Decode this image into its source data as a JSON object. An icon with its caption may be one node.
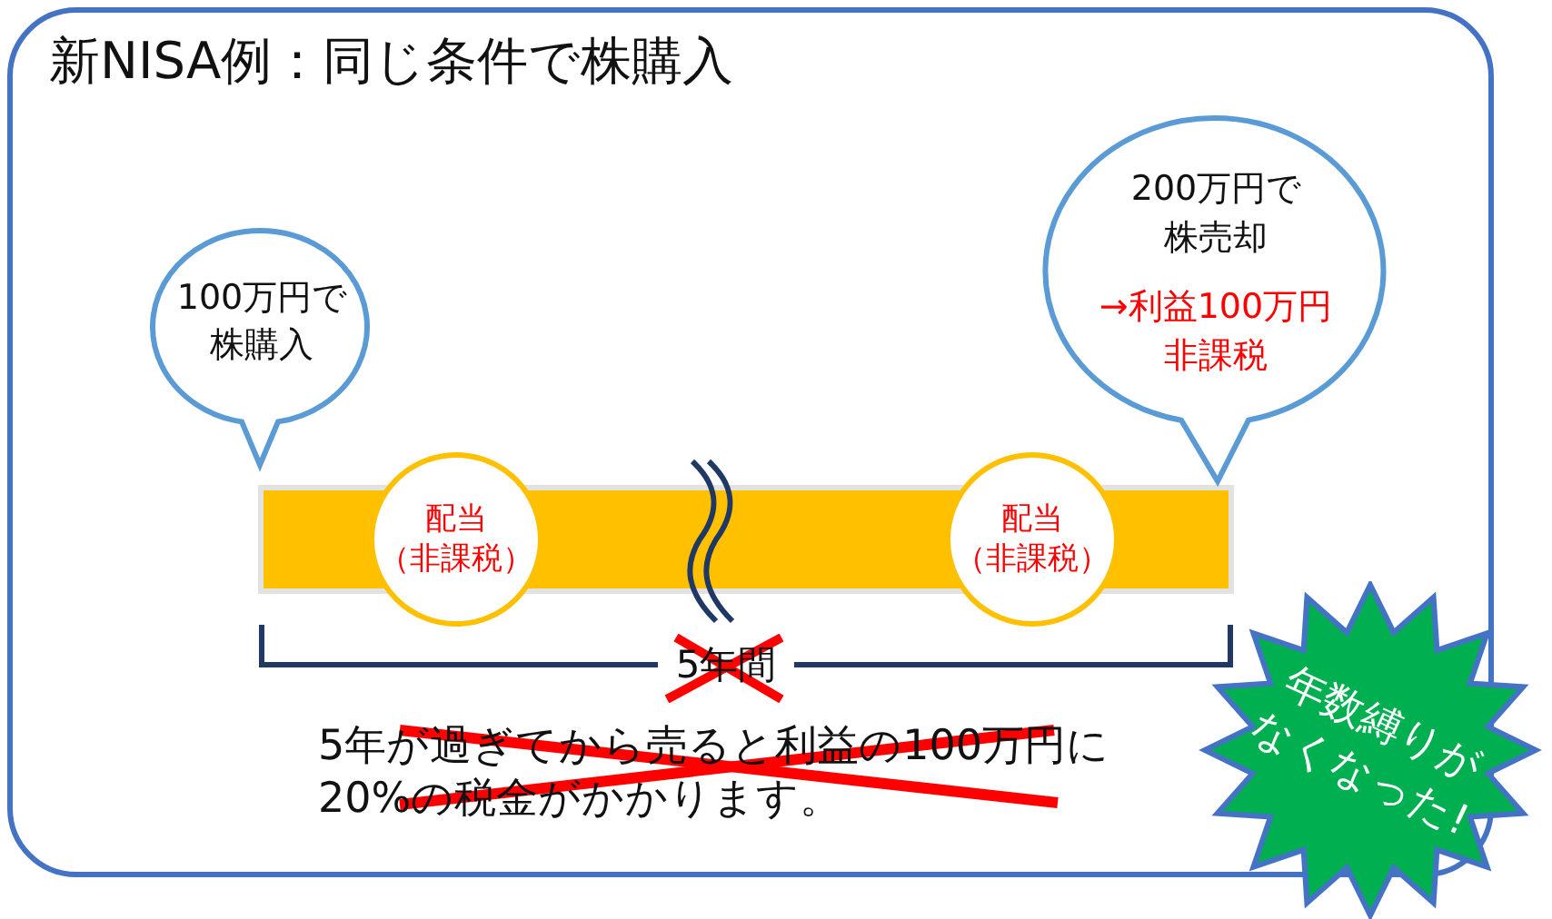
{
  "diagram": {
    "title": "新NISA例：同じ条件で株購入",
    "nodes": [
      {
        "text": [
          "100万円で株購入"
        ]
      },
      {
        "text": [
          "200万円で株売却",
          "→利益100万円非課税"
        ]
      },
      {
        "text": [
          "配当（非課税）"
        ]
      },
      {
        "text": [
          "配当（非課税）"
        ]
      },
      {
        "text": [
          "年数縛りがなくなった!"
        ]
      }
    ],
    "labels": [
      "5年間",
      "5年が過ぎてから売ると利益の100万円に20%の税金がかかります。"
    ]
  }
}
